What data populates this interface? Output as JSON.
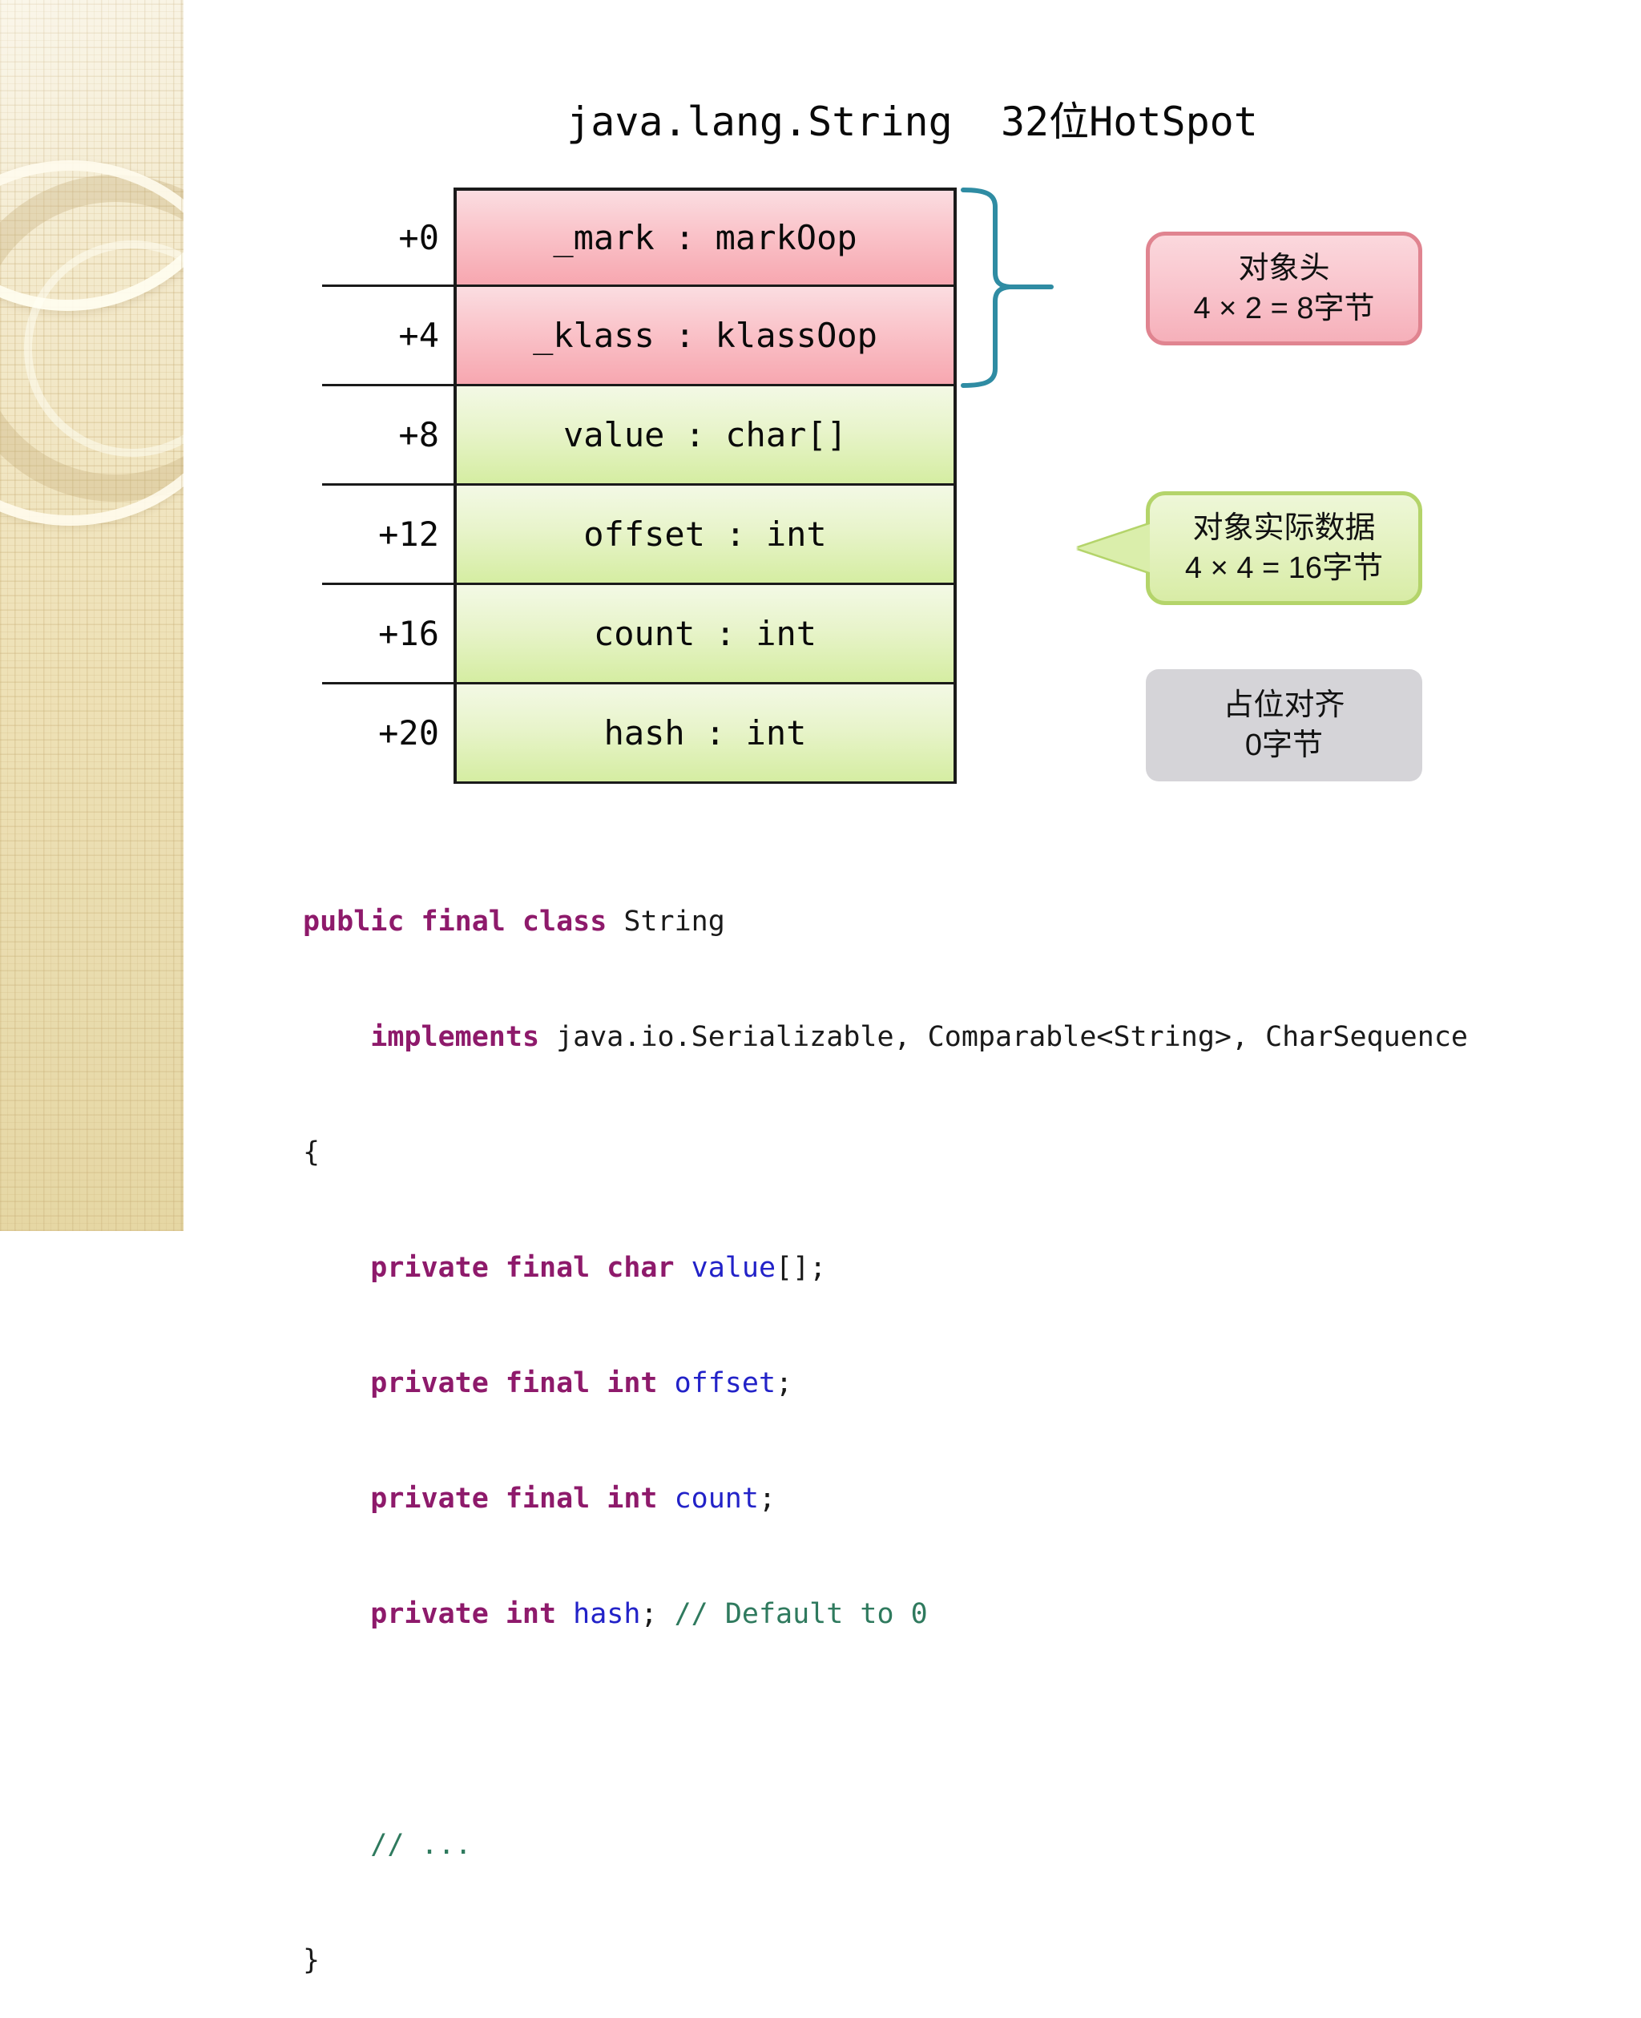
{
  "slide": {
    "title": "java.lang.String  32位HotSpot"
  },
  "memory_table": {
    "rows": [
      {
        "offset": "+0",
        "field": "_mark : markOop",
        "group": "header"
      },
      {
        "offset": "+4",
        "field": "_klass : klassOop",
        "group": "header"
      },
      {
        "offset": "+8",
        "field": "value : char[]",
        "group": "data"
      },
      {
        "offset": "+12",
        "field": "offset : int",
        "group": "data"
      },
      {
        "offset": "+16",
        "field": "count : int",
        "group": "data"
      },
      {
        "offset": "+20",
        "field": "hash : int",
        "group": "data"
      }
    ]
  },
  "callouts": {
    "header": {
      "line1": "对象头",
      "line2": "4 × 2 = 8字节"
    },
    "data": {
      "line1": "对象实际数据",
      "line2": "4 × 4 = 16字节"
    },
    "padding": {
      "line1": "占位对齐",
      "line2": "0字节"
    }
  },
  "code": {
    "l1_kw1": "public final class ",
    "l1_name": "String",
    "l2_indent": "    ",
    "l2_kw": "implements ",
    "l2_rest": "java.io.Serializable, Comparable<String>, CharSequence",
    "l3": "{",
    "l4_kw": "    private final char ",
    "l4_id": "value",
    "l4_tail": "[];",
    "l5_kw": "    private final int ",
    "l5_id": "offset",
    "l5_tail": ";",
    "l6_kw": "    private final int ",
    "l6_id": "count",
    "l6_tail": ";",
    "l7_kw": "    private int ",
    "l7_id": "hash",
    "l7_tail": "; ",
    "l7_cm": "// Default to 0",
    "l8": "",
    "l9_cm": "    // ...",
    "l10": "}"
  },
  "colors": {
    "header_fill": "#f9c5cd",
    "header_border": "#e08490",
    "data_fill": "#e4f2c0",
    "data_border": "#b4d46a",
    "padding_fill": "#d5d4d8",
    "brace": "#2f8ca3",
    "keyword": "#8e1a6b",
    "identifier": "#2222c8",
    "comment": "#2f7a5e",
    "sidebar": "#ede0b5"
  }
}
